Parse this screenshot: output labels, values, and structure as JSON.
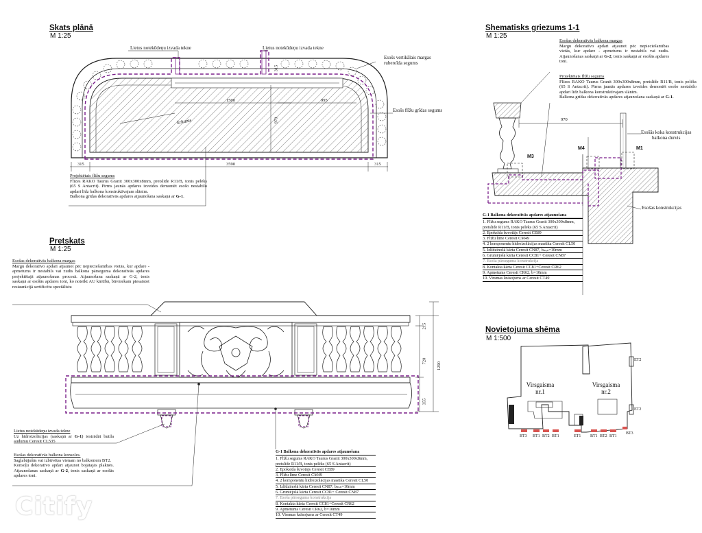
{
  "plan": {
    "title": "Skats plānā",
    "scale": "M 1:25",
    "labels": {
      "drain_left": "Lietus notekūdeņu izvada tekne",
      "drain_right": "Lietus notekūdeņu izvada tekne",
      "rubber_coat": "Esošs vertikālais margas\nruberoīda segums",
      "tile_floor": "Esošs flīžu grīdas segums",
      "slope": "kritums",
      "proj_title": "Projektētais flīžu segums",
      "proj_body": "Flīzes RAKO Taurus Granit 300x300x8mm, pretslīde R11/B, tonis pelēks (65 S Antacrit). Pirms jaunās apdares izveides demontēt esošo nestabilo apdari līdz balkona konstruktīvajam slānim.",
      "proj_last_prefix": "Balkona grīdas dekoratīvās apdares atjaunošana saskaņā ar ",
      "proj_last_ref": "G-1"
    },
    "dims": {
      "d315": "315",
      "d1500": "1500",
      "d995": "995",
      "d970": "970",
      "b315_l": "315",
      "b3590": "3590",
      "b315_r": "315"
    }
  },
  "section": {
    "title": "Shematisks griezums 1-1",
    "scale": "M 1:25",
    "labels": {
      "rail_title": "Esošas dekoratīvās balkona margas",
      "rail_body": "Margu dekoratīvo apdari atjaunot pēc nepieciešamības vietās, kur apdare - apmetums ir nestabils vai zudis. Atjaunošanas saskaņā ar ",
      "rail_ref": "G-2",
      "rail_tail": ", tonis saskaņā ar esošās apdares toni.",
      "proj_title": "Projektētais flīžu segums",
      "proj_body": "Flīzes RAKO Taurus Granit 300x300x8mm, pretslīde R11/B, tonis pelēks (65 S Antacrit). Pirms jaunās apdares izveides demontēt esošo nestabilo apdari līdz balkona konstruktīvajam slānim.",
      "proj_last_prefix": "Balkona grīdas dekoratīvās apdares atjaunošana saskaņā ar ",
      "proj_last_ref": "G-1",
      "wood_wall": "Esošās koka konstrukcijas\nbalkona durvis",
      "existing_struct": "Esošas konstrukcijas",
      "dim970": "970",
      "m1": "M1",
      "m3": "M3",
      "m4": "M4"
    },
    "legend_title_ref": "G-1",
    "legend_title": " Balkona dekoratīvās apdares atjaunošana",
    "legend_rows": [
      "1. Flīžu segums RAKO Taurus Granit 300x300x8mm, pretslīde R11/B, tonis pelēks (65 S Antacrit)",
      "2. Epoksīda šuvotājs Ceresit CE89",
      "3. Flīžu līme Ceresit CM49",
      "4. 2 komponentu hidroizolācijas mastika Ceresit CL50",
      "5. Izlīdzinošā kārta Ceresit CN87, bₘᵢₙ=10mm",
      "6. Gruntējošā kārta Ceresit CC81+ Ceresit CN87",
      "7. Esoša pārseguma konstrukcija",
      "8. Kontakta kārta Ceresit CC81+Ceresit CR62",
      "9. Apmetums Ceresit CR62, b=10mm",
      "10. Virsmas krāsojums ar Ceresit CT49"
    ]
  },
  "elevation": {
    "title": "Pretskats",
    "scale": "M 1:25",
    "labels": {
      "rail_title": "Esošas dekoratīvās balkona margas",
      "rail_body": "Margu dekoratīvo apdari atjaunot pēc nepieciešamības vietās, kur apdare - apmetums ir nestabils vai zudis balkona pārseguma dekoratīvās apdares projektētajā atjaunošanas procesā. Atjaunošana saskaņā ar G-2, tonis saskaņā ar esošās apdares toni, ko noteikt AU kārtībā, būvniekam piesaistot restaurācijā sertificētu speciālistu",
      "drain_title": "Lietus notekūdeņu izvada tekne",
      "drain_body_prefix": "Uz hidroizolācijas (saskaņā ar ",
      "drain_ref": "G-1",
      "drain_body_tail": ") iestrādāt butila audumu Ceresit CL535",
      "console_title": "Esošas dekoratīvās balkona konsoles.",
      "console_body": "Saglabājušās vai izbūvētas vienam no balkoniem BT2.",
      "console_body2_prefix": "Konsoļu dekoratīvo apdari atjaunot bojātajās plaknēs. Atjaunošanas saskaņā ar ",
      "console_ref": "G-2",
      "console_body2_tail": ", tonis saskaņā ar esošās apdares toni.",
      "d215": "215",
      "d720": "720",
      "d355": "355",
      "d1290": "1290"
    },
    "legend_title_ref": "G-1",
    "legend_title": " Balkona dekoratīvās apdares atjaunošana",
    "legend_rows": [
      "1. Flīžu segums RAKO Taurus Granit 300x300x8mm, pretslīde R11/B, tonis pelēks (65 S Antacrit)",
      "2. Epoksīda šuvotājs Ceresit CE89",
      "3. Flīžu līme Ceresit CM49",
      "4. 2 komponentu hidroizolācijas mastika Ceresit CL50",
      "5. Izlīdzinošā kārta Ceresit CN87, bₘᵢₙ=10mm",
      "6. Gruntējošā kārta Ceresit CC81+ Ceresit CN87",
      "7. Esoša pārseguma konstrukcija",
      "8. Kontakta kārta Ceresit CC81+Ceresit CR62",
      "9. Apmetums Ceresit CR62, b=10mm",
      "10. Virsmas krāsojums ar Ceresit CT49"
    ]
  },
  "site": {
    "title": "Novietojuma shēma",
    "scale": "M 1:500",
    "stair1": "Virsgaisma\nnr.1",
    "stair2": "Virsgaisma\nnr.2",
    "bottom_labels": [
      "BT3",
      "BT1",
      "BT2",
      "BT1",
      "ET1",
      "BT1",
      "BT2",
      "BT1",
      "BT3"
    ],
    "et2_top": "ET2",
    "et2_bottom": "ET2"
  },
  "watermark": "Citify",
  "colors": {
    "highlight": "#7a1f8a",
    "accent_red": "#d9534f"
  }
}
